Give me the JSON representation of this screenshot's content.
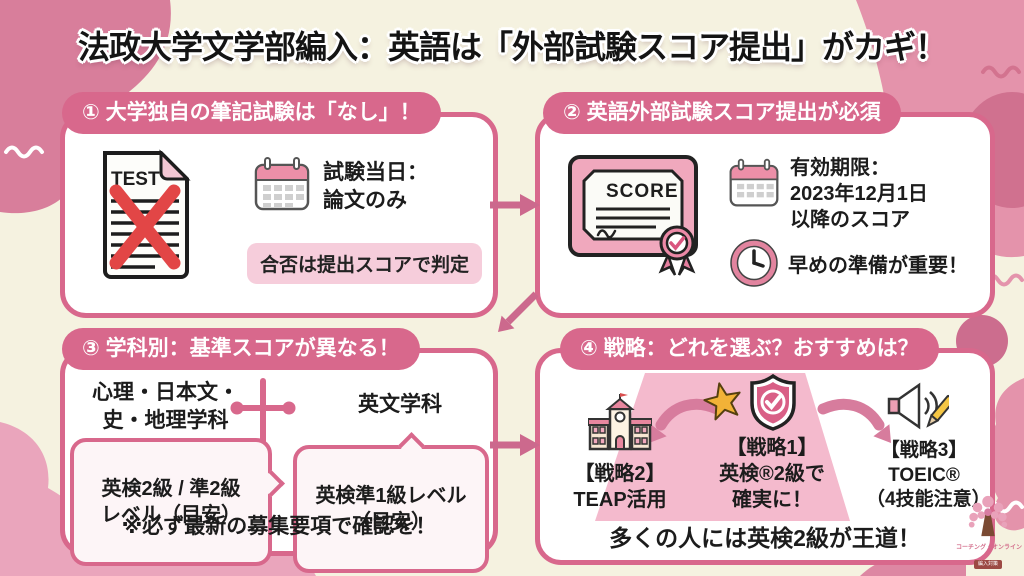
{
  "title": "法政大学文学部編入：英語は「外部試験スコア提出」がカギ！",
  "box1": {
    "header": "① 大学独自の筆記試験は「なし」！",
    "test_label": "TEST",
    "exam_day": "試験当日：\n論文のみ",
    "badge": "合否は提出スコアで判定"
  },
  "box2": {
    "header": "② 英語外部試験スコア提出が必須",
    "score_label": "SCORE",
    "validity": "有効期限：\n2023年12月1日\n以降のスコア",
    "prep": "早めの準備が重要！"
  },
  "box3": {
    "header": "③ 学科別：基準スコアが異なる！",
    "left_departments": "心理・日本文・\n史・地理学科",
    "left_level": "英検2級 / 準2級\nレベル（目安）",
    "right_department": "英文学科",
    "right_level": "英検準1級レベル\n（目安）",
    "note": "※必ず最新の募集要項で確認を！"
  },
  "box4": {
    "header": "④ 戦略：どれを選ぶ？おすすめは？",
    "strategy1": "【戦略1】\n英検®2級で\n確実に！",
    "strategy2": "【戦略2】\nTEAP活用",
    "strategy3": "【戦略3】\nTOEIC®\n（4技能注意）",
    "conclusion": "多くの人には英検2級が王道！"
  },
  "logo": {
    "text": "コーチング・オンライン",
    "badge": "編入対策"
  },
  "icons": {
    "box1": [
      "test-document-icon",
      "red-cross-icon",
      "calendar-icon"
    ],
    "box2": [
      "score-certificate-icon",
      "ribbon-check-icon",
      "calendar-icon",
      "clock-icon"
    ],
    "box4": [
      "school-icon",
      "star-icon",
      "shield-check-icon",
      "megaphone-pencil-icon"
    ],
    "logo": "blossom-tree-icon",
    "connectors": [
      "arrow-right",
      "arrow-down-left",
      "arrow-right",
      "curved-arrow-left",
      "curved-arrow-right"
    ]
  },
  "colors": {
    "background": "#f5f2e0",
    "blob_pink": "#e493ab",
    "blob_pink_dark": "#cf7292",
    "blob_pink_light": "#eaa5bc",
    "accent_rose": "#d8688c",
    "pill_pink": "#f6cddb",
    "spotlight_pink": "#f4bacd",
    "alert_red": "#e24646",
    "star_gold": "#f2b237",
    "text_black": "#1c1c1c"
  }
}
